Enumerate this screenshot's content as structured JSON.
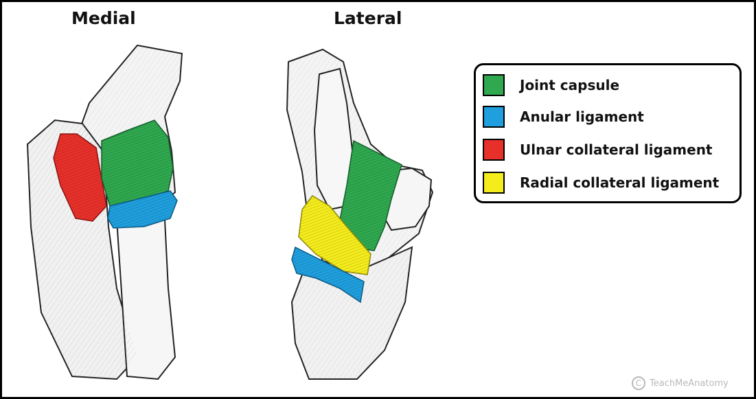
{
  "views": {
    "medial": "Medial",
    "lateral": "Lateral"
  },
  "legend": {
    "items": [
      {
        "label": "Joint capsule",
        "color": "#2fa84f"
      },
      {
        "label": "Anular ligament",
        "color": "#1f9fdd"
      },
      {
        "label": "Ulnar collateral ligament",
        "color": "#e8302a"
      },
      {
        "label": "Radial collateral ligament",
        "color": "#f5ec1c"
      }
    ]
  },
  "watermark": {
    "text": "TeachMeAnatomy",
    "icon": "copyright-icon"
  }
}
